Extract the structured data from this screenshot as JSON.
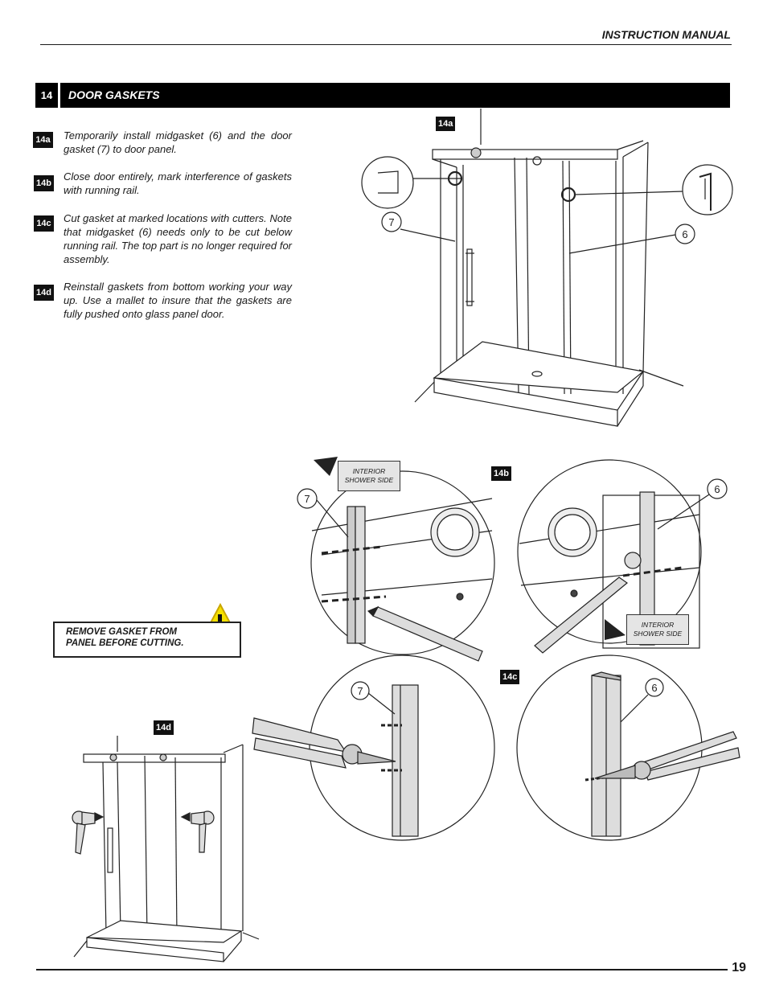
{
  "header": {
    "title": "INSTRUCTION MANUAL"
  },
  "section": {
    "number": "14",
    "title": "DOOR GASKETS"
  },
  "steps": [
    {
      "label": "14a",
      "text": "Temporarily install midgasket (6) and the door gasket (7) to door panel."
    },
    {
      "label": "14b",
      "text": "Close door entirely, mark interference of gaskets with running rail."
    },
    {
      "label": "14c",
      "text": "Cut gasket at marked locations with cutters. Note that midgasket (6) needs only to be cut below running rail. The top part is no longer required for assembly."
    },
    {
      "label": "14d",
      "text": "Reinstall gaskets from bottom working your way up. Use a mallet to insure that the gaskets are fully pushed onto glass panel door."
    }
  ],
  "figures": {
    "fig_14a": "14a",
    "fig_14b": "14b",
    "fig_14c": "14c",
    "fig_14d": "14d"
  },
  "callouts": {
    "gasket_door": "7",
    "gasket_mid": "6"
  },
  "interior_label": "INTERIOR SHOWER SIDE",
  "warning": {
    "text": "REMOVE GASKET FROM PANEL BEFORE CUTTING.",
    "icon": "warning-triangle-icon",
    "color": "#f5e100"
  },
  "footer": {
    "page_number": "19"
  }
}
